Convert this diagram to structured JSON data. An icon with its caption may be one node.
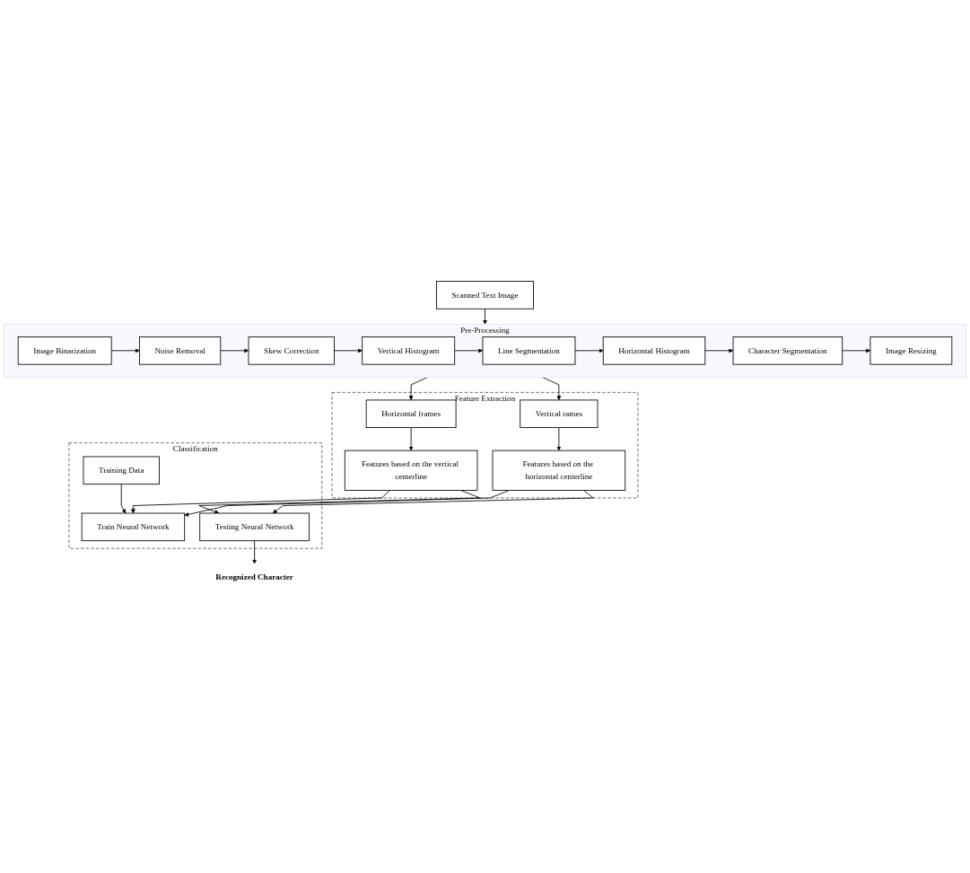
{
  "diagram": {
    "nodes": [
      {
        "text": [
          "Scanned Text Image"
        ]
      },
      {
        "text": [
          "Pre-Processing"
        ]
      },
      {
        "text": [
          "Image Binarization"
        ],
        "in": 1
      },
      {
        "text": [
          "Noise Removal"
        ],
        "in": 1
      },
      {
        "text": [
          "Skew Correction"
        ],
        "in": 1
      },
      {
        "text": [
          "Vertical Histogram"
        ],
        "in": 1
      },
      {
        "text": [
          "Line Segmentation"
        ],
        "in": 1
      },
      {
        "text": [
          "Horizontal Histogram"
        ],
        "in": 1
      },
      {
        "text": [
          "Character Segmentation"
        ],
        "in": 1
      },
      {
        "text": [
          "Image Resizing"
        ],
        "in": 1
      },
      {
        "text": [
          "Feature Extraction"
        ]
      },
      {
        "text": [
          "Horizontal frames"
        ],
        "in": 10
      },
      {
        "text": [
          "Vertical rames"
        ],
        "in": 10
      },
      {
        "text": [
          "Features based on the vertical centerline"
        ],
        "in": 10
      },
      {
        "text": [
          "Features based on the horizontal centerline"
        ],
        "in": 10
      },
      {
        "text": [
          "Classification"
        ]
      },
      {
        "text": [
          "Training Data"
        ],
        "in": 15
      },
      {
        "text": [
          "Train Neural Network"
        ],
        "in": 15
      },
      {
        "text": [
          "Testing Neural Network"
        ],
        "in": 15
      },
      {
        "text": [
          "Recognized Character"
        ]
      }
    ],
    "edges": [
      {
        "from": 0,
        "to": 1,
        "arrow": "to"
      },
      {
        "from": 2,
        "to": 3,
        "arrow": "to"
      },
      {
        "from": 3,
        "to": 4,
        "arrow": "to"
      },
      {
        "from": 4,
        "to": 5,
        "arrow": "to"
      },
      {
        "from": 5,
        "to": 6,
        "arrow": "to"
      },
      {
        "from": 6,
        "to": 7,
        "arrow": "to"
      },
      {
        "from": 7,
        "to": 8,
        "arrow": "to"
      },
      {
        "from": 8,
        "to": 9,
        "arrow": "to"
      },
      {
        "from": 1,
        "to": 11,
        "arrow": "to"
      },
      {
        "from": 1,
        "to": 12,
        "arrow": "to"
      },
      {
        "from": 11,
        "to": 13,
        "arrow": "to"
      },
      {
        "from": 12,
        "to": 14,
        "arrow": "to"
      },
      {
        "from": 13,
        "to": 17,
        "arrow": "to"
      },
      {
        "from": 13,
        "to": 18,
        "arrow": "to"
      },
      {
        "from": 14,
        "to": 17,
        "arrow": "to"
      },
      {
        "from": 14,
        "to": 18,
        "arrow": "to"
      },
      {
        "from": 16,
        "to": 17,
        "arrow": "to"
      },
      {
        "from": 18,
        "to": 19,
        "arrow": "to"
      }
    ]
  }
}
